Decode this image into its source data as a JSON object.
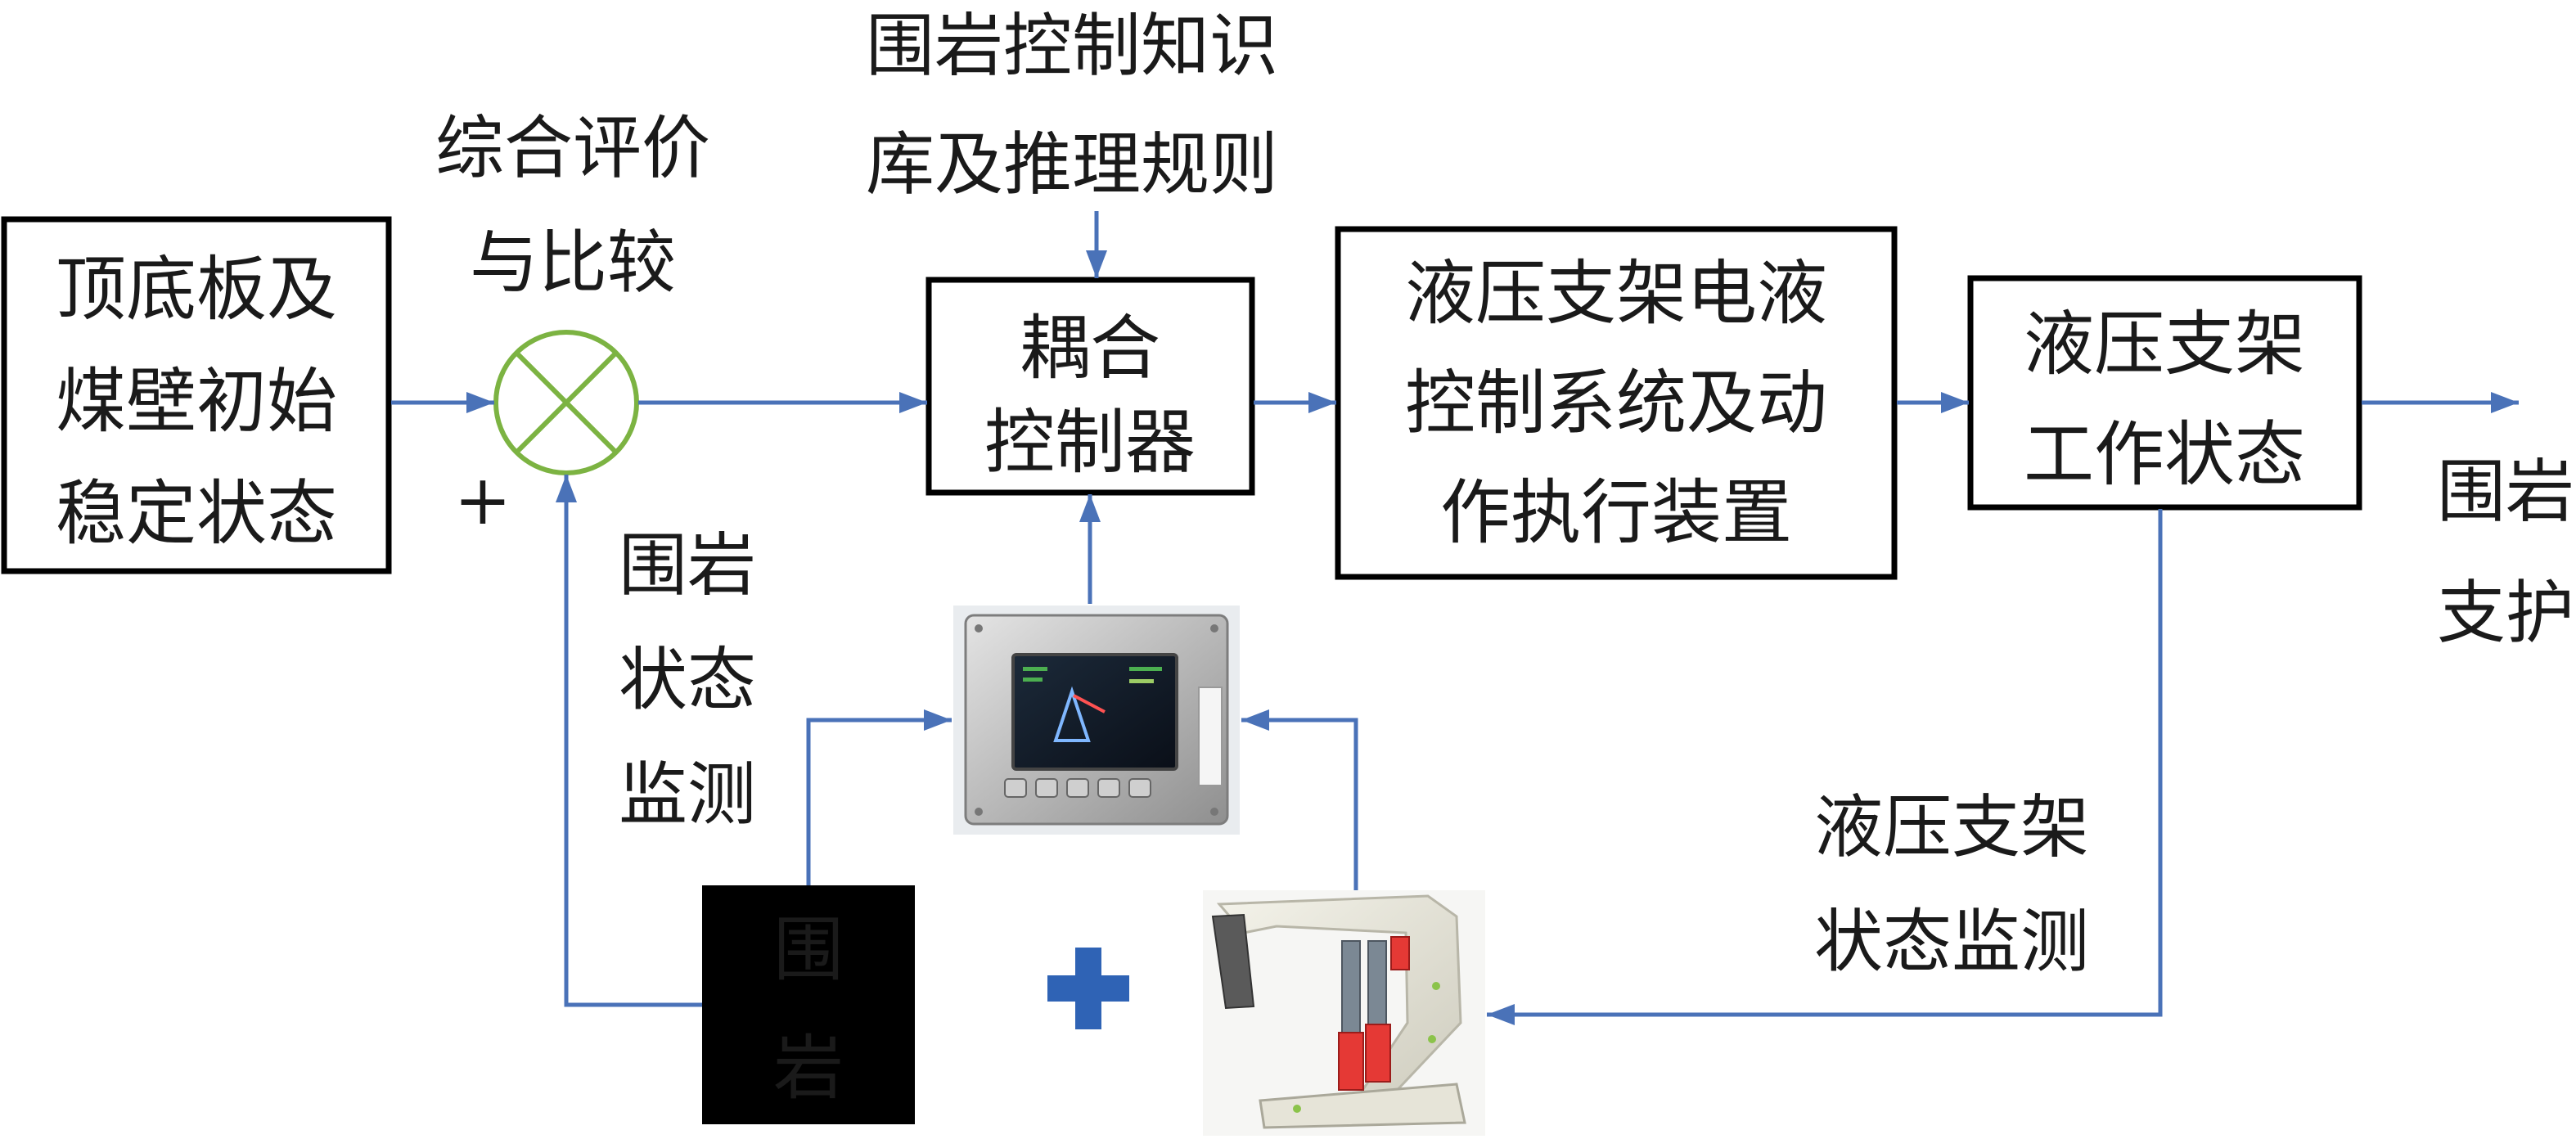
{
  "colors": {
    "arrow": "#4a72b8",
    "comparator": "#7cb342",
    "box_border": "#000000",
    "text": "#1a1a1a",
    "rock_block_bg": "#000000",
    "rock_block_text": "#ffffff",
    "plus": "#2f63b5"
  },
  "blocks": {
    "initial_state": [
      "顶底板及",
      "煤壁初始",
      "稳定状态"
    ],
    "coupling_controller": [
      "耦合",
      "控制器"
    ],
    "ehc_system": [
      "液压支架电液",
      "控制系统及动",
      "作执行装置"
    ],
    "support_state": [
      "液压支架",
      "工作状态"
    ],
    "rock_block": [
      "围",
      "岩"
    ]
  },
  "labels": {
    "evaluation": [
      "综合评价",
      "与比较"
    ],
    "knowledge_base": [
      "围岩控制知识",
      "库及推理规则"
    ],
    "rock_monitoring": [
      "围岩",
      "状态",
      "监测"
    ],
    "support_monitoring": [
      "液压支架",
      "状态监测"
    ],
    "output": [
      "围岩",
      "支护"
    ],
    "plus_sign": "+"
  },
  "icons": {
    "comparator": "summing-junction-cross-icon",
    "controller_device": "controller-device-photo",
    "hydraulic_support": "hydraulic-support-3d-model",
    "combine": "plus-icon"
  }
}
